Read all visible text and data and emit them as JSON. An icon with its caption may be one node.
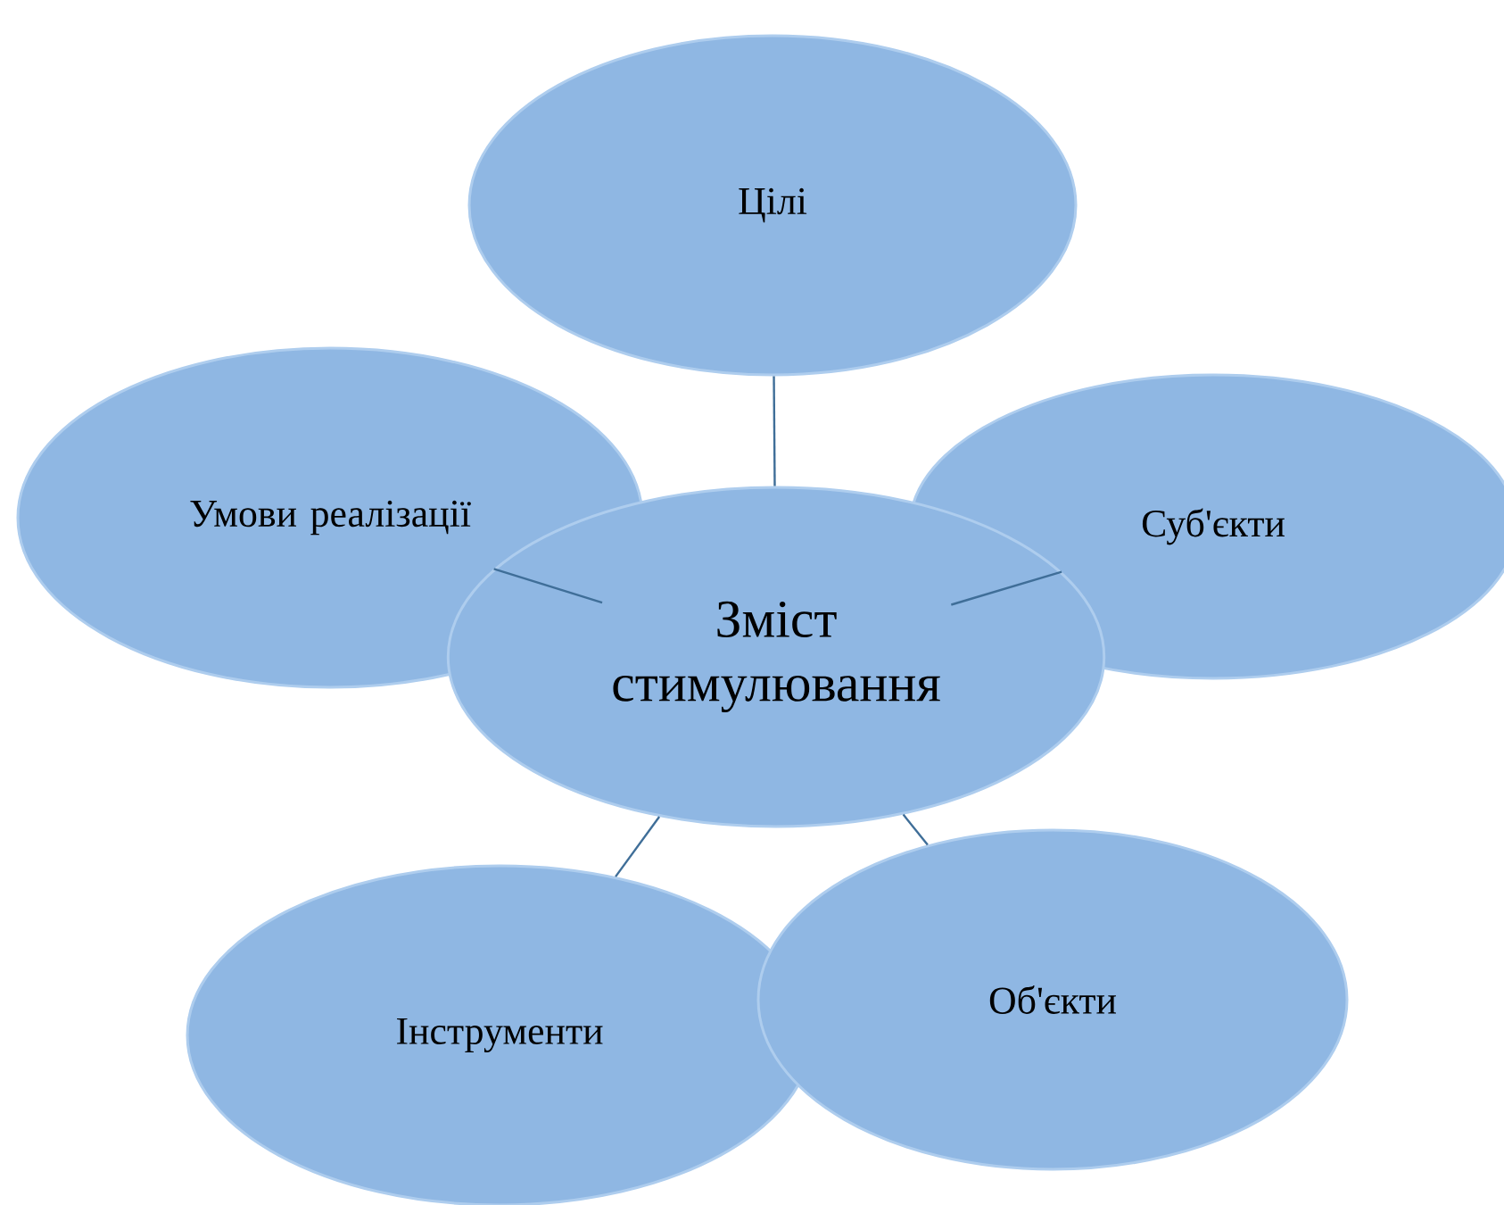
{
  "diagram": {
    "nodes": [
      {
        "text": [
          "Цілі"
        ]
      },
      {
        "text": [
          "Умови реалізації"
        ]
      },
      {
        "text": [
          "Суб'єкти"
        ]
      },
      {
        "text": [
          "Зміст стимулювання"
        ]
      },
      {
        "text": [
          "Інструменти"
        ]
      },
      {
        "text": [
          "Об'єкти"
        ]
      }
    ],
    "edges": [
      {
        "from": 3,
        "to": 0,
        "arrow": "none"
      },
      {
        "from": 3,
        "to": 1,
        "arrow": "none"
      },
      {
        "from": 3,
        "to": 2,
        "arrow": "none"
      },
      {
        "from": 3,
        "to": 4,
        "arrow": "none"
      },
      {
        "from": 3,
        "to": 5,
        "arrow": "none"
      }
    ]
  }
}
